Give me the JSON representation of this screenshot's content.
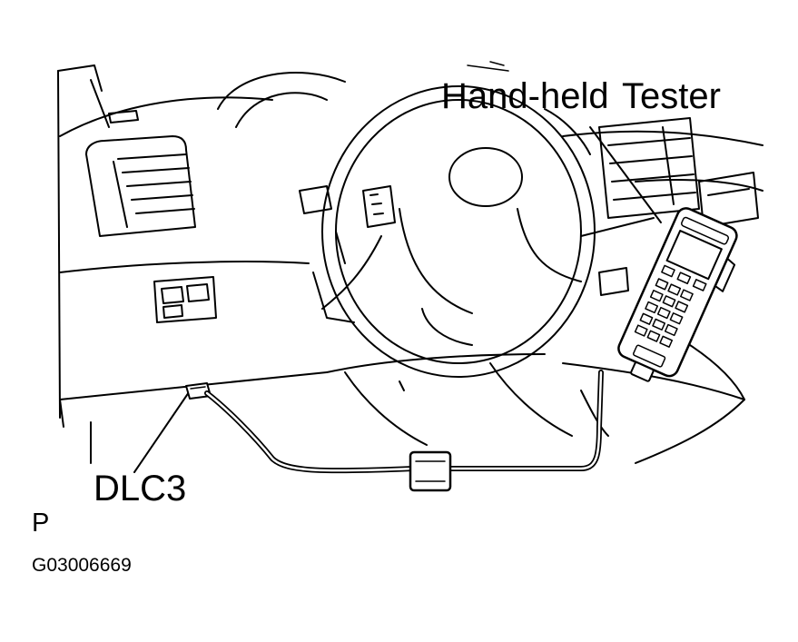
{
  "labels": {
    "tester": "Hand-held  Tester",
    "connector": "DLC3",
    "view": "P",
    "figure_code": "G03006669"
  },
  "illustration": {
    "style": "black line art on white background",
    "stroke_color": "#000000",
    "background_color": "#ffffff"
  }
}
